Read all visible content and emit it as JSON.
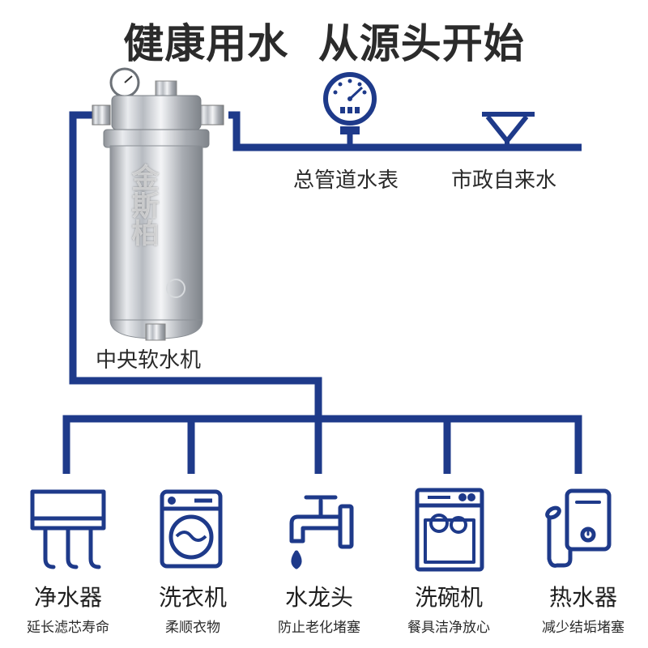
{
  "title": "健康用水 从源头开始",
  "labels": {
    "meter": "总管道水表",
    "municipal": "市政自来水",
    "softener": "中央软水机"
  },
  "filter_brand": "金斯柏",
  "appliances": [
    {
      "name": "净水器",
      "desc": "延长滤芯寿命",
      "icon": "water-purifier-icon"
    },
    {
      "name": "洗衣机",
      "desc": "柔顺衣物",
      "icon": "washing-machine-icon"
    },
    {
      "name": "水龙头",
      "desc": "防止老化堵塞",
      "icon": "faucet-icon"
    },
    {
      "name": "洗碗机",
      "desc": "餐具洁净放心",
      "icon": "dishwasher-icon"
    },
    {
      "name": "热水器",
      "desc": "减少结垢堵塞",
      "icon": "water-heater-icon"
    }
  ],
  "colors": {
    "pipe": "#1e3a8a",
    "icon": "#1e3a8a",
    "text": "#2b2b2b",
    "steel": "#c9ccd1"
  }
}
